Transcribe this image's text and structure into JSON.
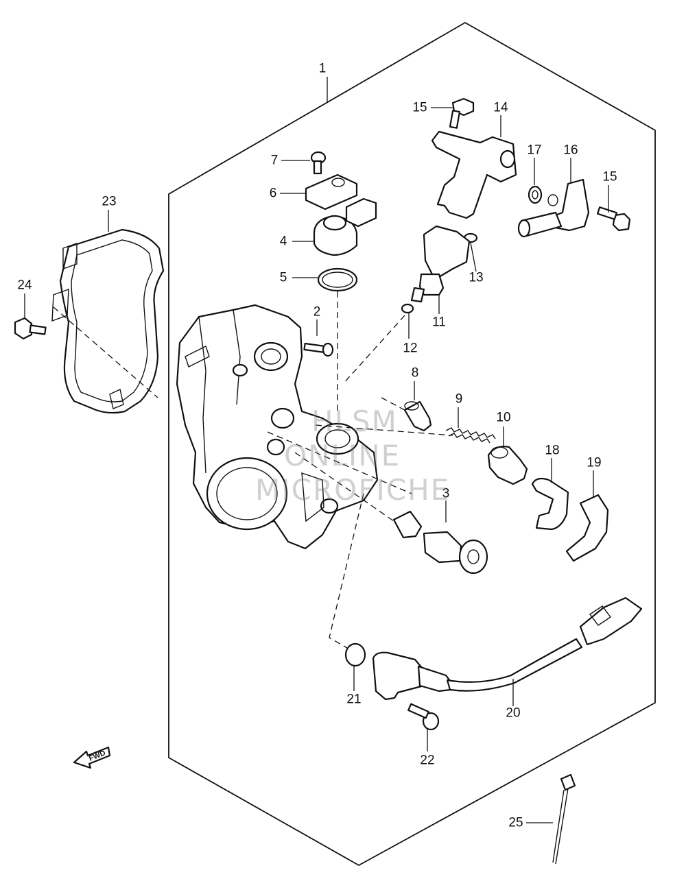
{
  "diagram": {
    "callouts": [
      {
        "id": "c1",
        "label": "1"
      },
      {
        "id": "c2",
        "label": "2"
      },
      {
        "id": "c3",
        "label": "3"
      },
      {
        "id": "c4",
        "label": "4"
      },
      {
        "id": "c5",
        "label": "5"
      },
      {
        "id": "c6",
        "label": "6"
      },
      {
        "id": "c7",
        "label": "7"
      },
      {
        "id": "c8",
        "label": "8"
      },
      {
        "id": "c9",
        "label": "9"
      },
      {
        "id": "c10",
        "label": "10"
      },
      {
        "id": "c11",
        "label": "11"
      },
      {
        "id": "c12",
        "label": "12"
      },
      {
        "id": "c13",
        "label": "13"
      },
      {
        "id": "c14",
        "label": "14"
      },
      {
        "id": "c15a",
        "label": "15"
      },
      {
        "id": "c15b",
        "label": "15"
      },
      {
        "id": "c16",
        "label": "16"
      },
      {
        "id": "c17",
        "label": "17"
      },
      {
        "id": "c18",
        "label": "18"
      },
      {
        "id": "c19",
        "label": "19"
      },
      {
        "id": "c20",
        "label": "20"
      },
      {
        "id": "c21",
        "label": "21"
      },
      {
        "id": "c22",
        "label": "22"
      },
      {
        "id": "c23",
        "label": "23"
      },
      {
        "id": "c24",
        "label": "24"
      },
      {
        "id": "c25",
        "label": "25"
      }
    ],
    "fwd_label": "FWD",
    "watermark": [
      "HLSM",
      "ONLINE",
      "MICROFICHE"
    ]
  }
}
